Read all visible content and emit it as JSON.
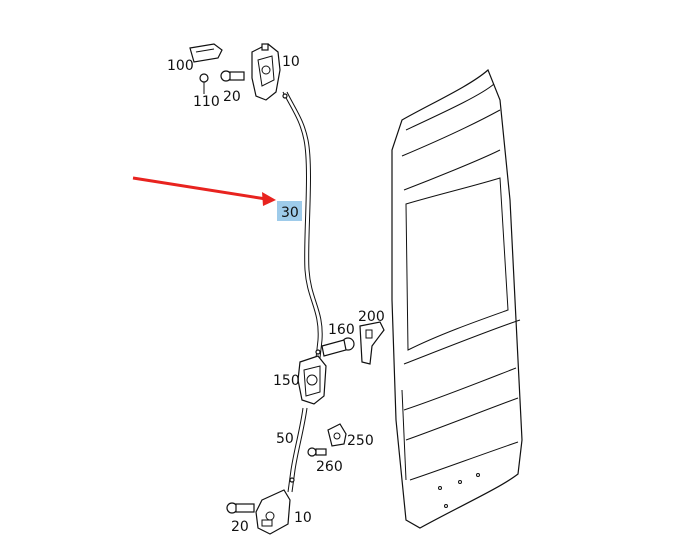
{
  "diagram": {
    "highlight_color": "#9ecbea",
    "arrow_color": "#e8231f",
    "callouts": [
      {
        "id": "100",
        "text": "100"
      },
      {
        "id": "10-top",
        "text": "10"
      },
      {
        "id": "110",
        "text": "110"
      },
      {
        "id": "20-top",
        "text": "20"
      },
      {
        "id": "30",
        "text": "30",
        "highlighted": true
      },
      {
        "id": "200",
        "text": "200"
      },
      {
        "id": "160",
        "text": "160"
      },
      {
        "id": "150",
        "text": "150"
      },
      {
        "id": "50",
        "text": "50"
      },
      {
        "id": "250",
        "text": "250"
      },
      {
        "id": "260",
        "text": "260"
      },
      {
        "id": "20-bottom",
        "text": "20"
      },
      {
        "id": "10-bottom",
        "text": "10"
      }
    ]
  }
}
